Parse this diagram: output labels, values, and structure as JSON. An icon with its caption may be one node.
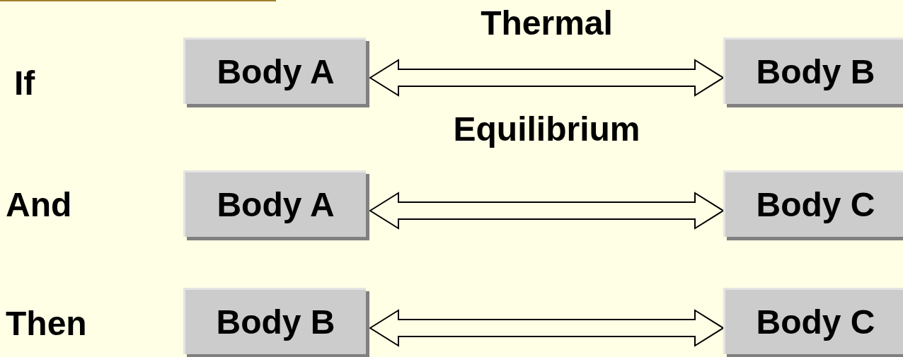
{
  "diagram": {
    "nodes": [
      {
        "text": [
          "Body A"
        ]
      },
      {
        "text": [
          "Body B"
        ]
      },
      {
        "text": [
          "Body A"
        ]
      },
      {
        "text": [
          "Body C"
        ]
      },
      {
        "text": [
          "Body B"
        ]
      },
      {
        "text": [
          "Body C"
        ]
      }
    ],
    "edges": [
      {
        "from": 0,
        "to": 1,
        "arrow": "both",
        "label": "Thermal Equilibrium"
      },
      {
        "from": 2,
        "to": 3,
        "arrow": "both"
      },
      {
        "from": 4,
        "to": 5,
        "arrow": "both"
      }
    ],
    "labels": [
      "If",
      "And",
      "Then"
    ]
  }
}
